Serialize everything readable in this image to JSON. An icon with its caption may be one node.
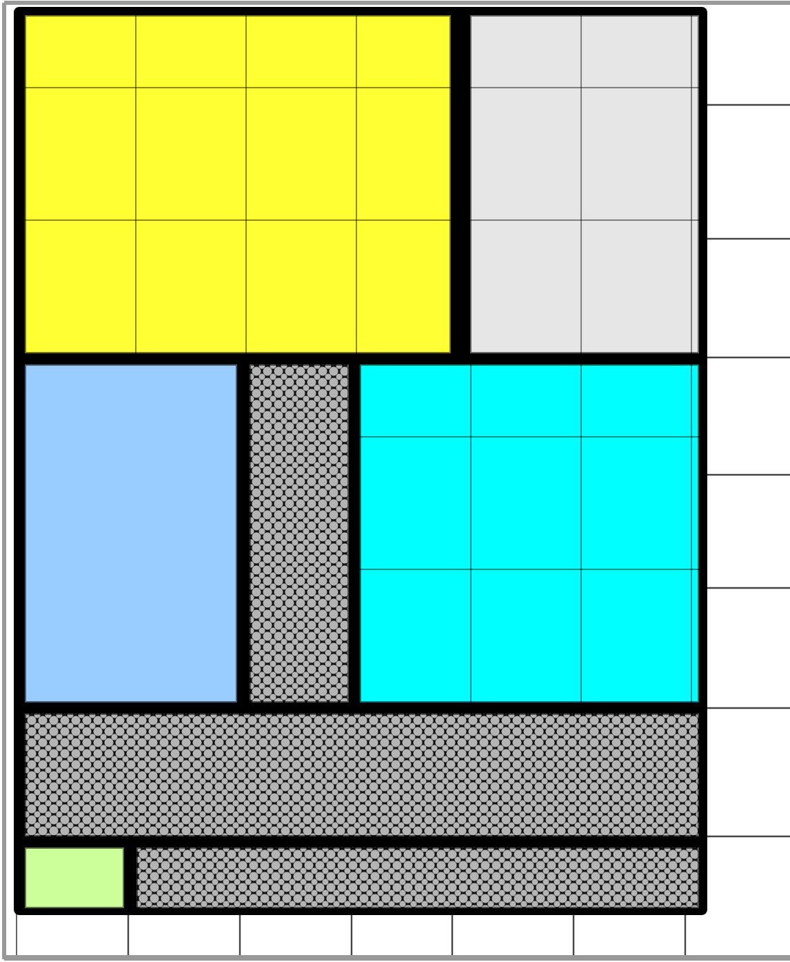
{
  "diagram": {
    "nodes": [
      {
        "text": [],
        "shape": "box"
      },
      {
        "text": [],
        "shape": "box",
        "in": 0
      },
      {
        "text": [],
        "shape": "box",
        "in": 0
      },
      {
        "text": [],
        "shape": "box",
        "in": 0
      },
      {
        "text": [],
        "shape": "box",
        "in": 0
      },
      {
        "text": [],
        "shape": "box",
        "in": 0
      },
      {
        "text": [],
        "shape": "box",
        "in": 0
      },
      {
        "text": [],
        "shape": "box",
        "in": 0
      },
      {
        "text": [],
        "shape": "box",
        "in": 0
      }
    ]
  }
}
